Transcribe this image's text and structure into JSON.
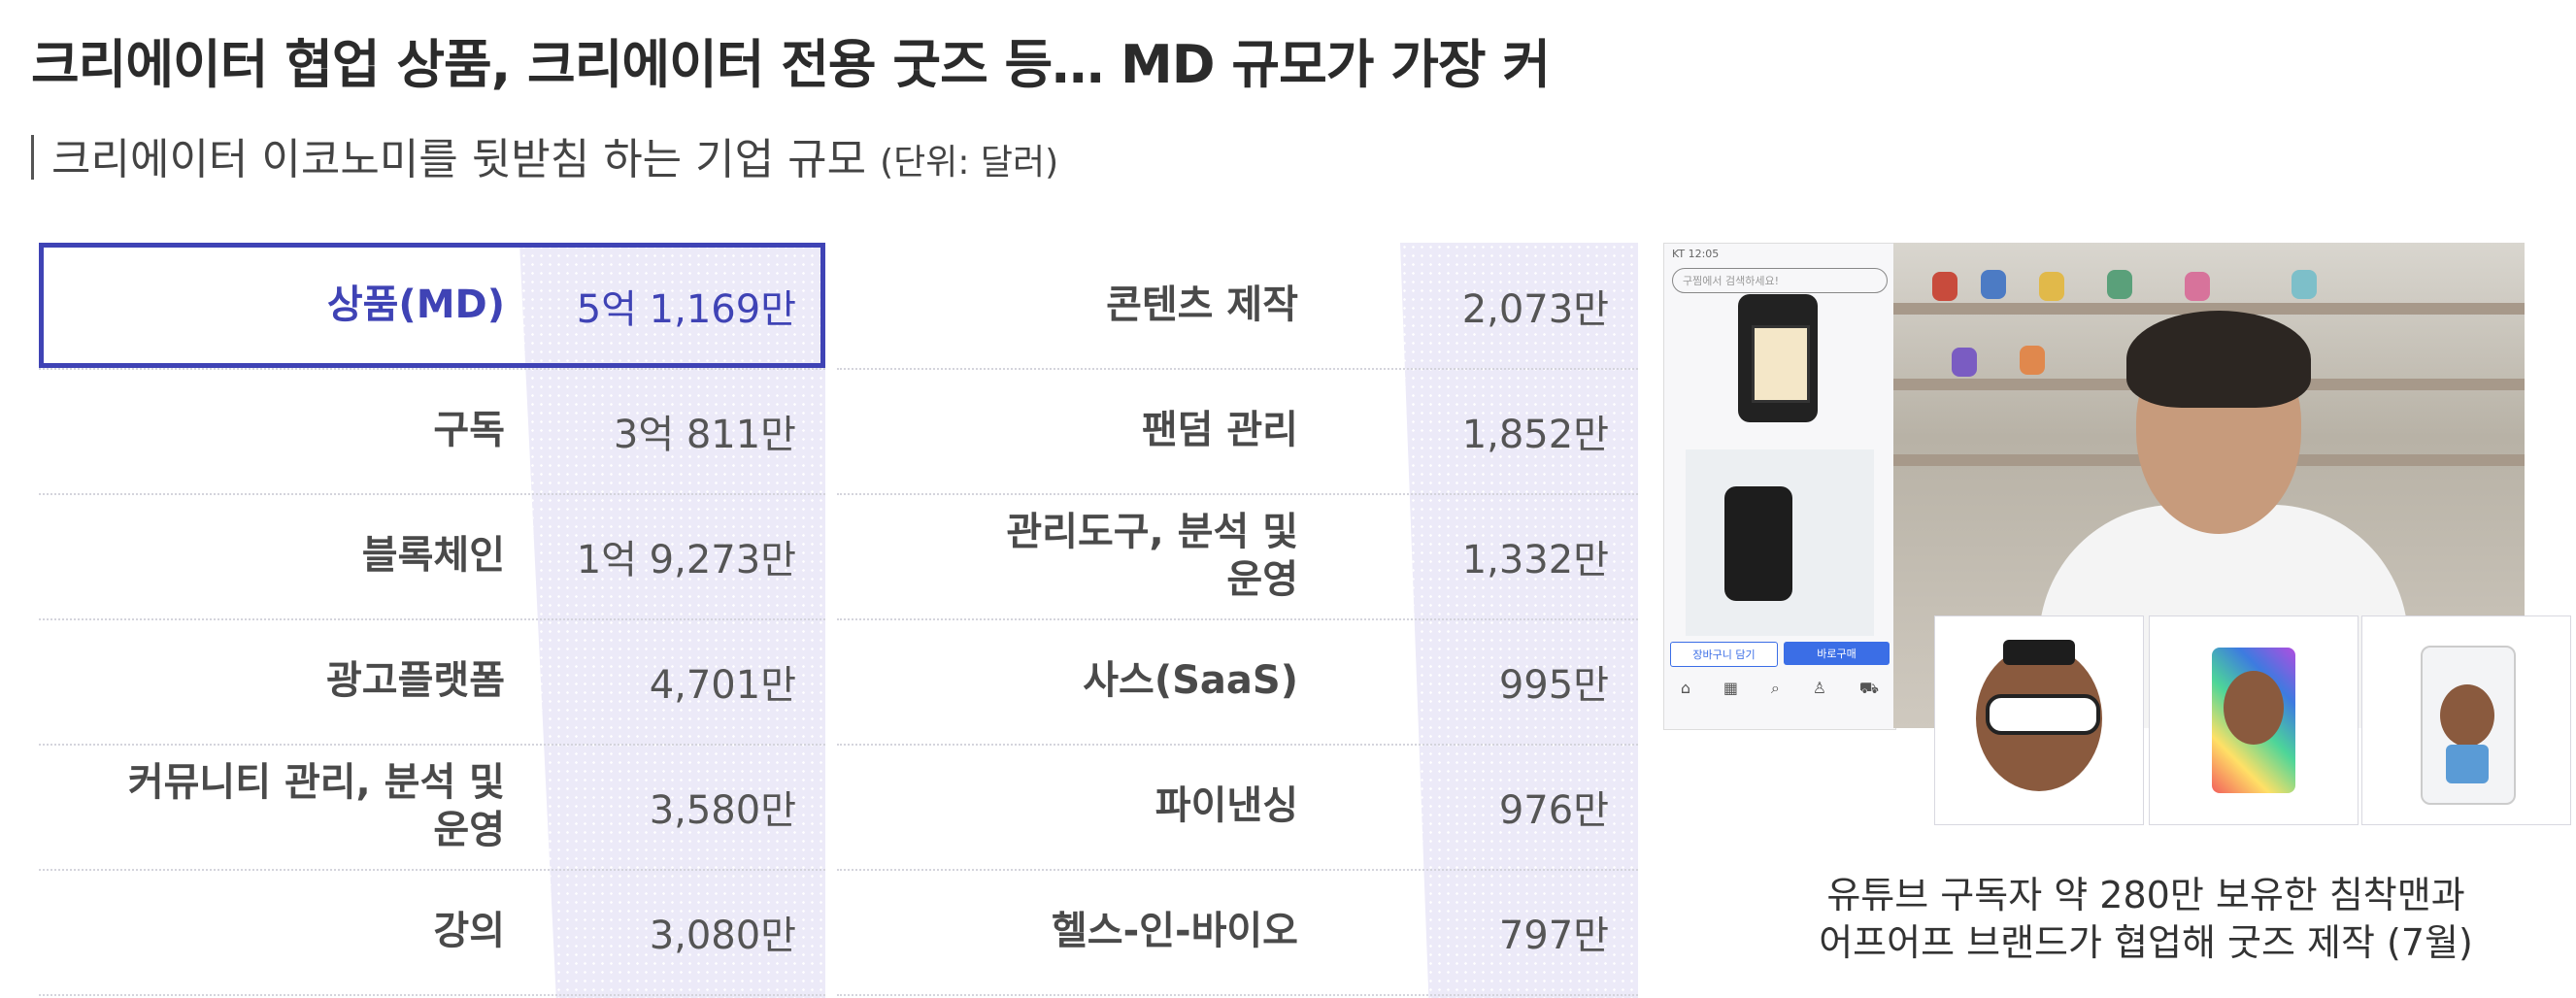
{
  "header": {
    "title": "크리에이터 협업 상품, 크리에이터 전용 굿즈 등… MD 규모가 가장 커",
    "subtitle": "크리에이터 이코노미를 뒷받침 하는 기업 규모",
    "unit": "(단위: 달러)"
  },
  "table_left": [
    {
      "label": "상품(MD)",
      "value": "5억 1,169만"
    },
    {
      "label": "구독",
      "value": "3억 811만"
    },
    {
      "label": "블록체인",
      "value": "1억 9,273만"
    },
    {
      "label": "광고플랫폼",
      "value": "4,701만"
    },
    {
      "label": "커뮤니티 관리, 분석 및\n운영",
      "value": "3,580만"
    },
    {
      "label": "강의",
      "value": "3,080만"
    }
  ],
  "table_right": [
    {
      "label": "콘텐츠 제작",
      "value": "2,073만"
    },
    {
      "label": "팬덤 관리",
      "value": "1,852만"
    },
    {
      "label": "관리도구, 분석 및\n운영",
      "value": "1,332만"
    },
    {
      "label": "사스(SaaS)",
      "value": "995만"
    },
    {
      "label": "파이낸싱",
      "value": "976만"
    },
    {
      "label": "헬스-인-바이오",
      "value": "797만"
    }
  ],
  "phone": {
    "status": "KT 12:05",
    "search_placeholder": "구찜에서 검색하세요!",
    "cart_button": "장바구니 담기",
    "buy_button": "바로구매"
  },
  "caption": {
    "line1": "유튜브 구독자 약 280만 보유한 침착맨과",
    "line2": "어프어프 브랜드가 협업해 굿즈 제작 (7월)"
  },
  "colors": {
    "accent": "#3f43b5",
    "shade": "#eceaf8"
  }
}
